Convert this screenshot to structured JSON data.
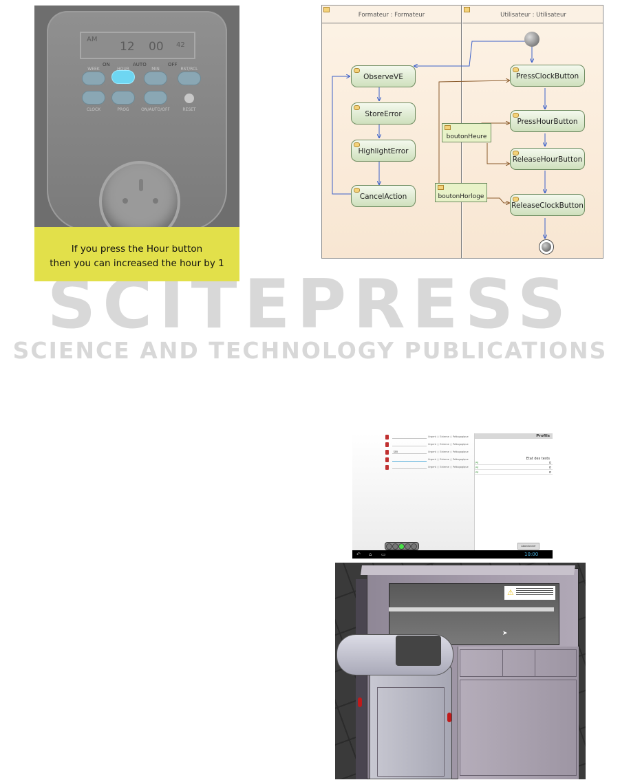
{
  "watermark": {
    "main": "SCITEPRESS",
    "sub": "SCIENCE AND TECHNOLOGY PUBLICATIONS"
  },
  "timer_figure": {
    "display": {
      "ampm": "AM",
      "hour": "12",
      "minute": "00",
      "second": "42"
    },
    "mode_labels": [
      "ON",
      "AUTO",
      "OFF"
    ],
    "buttons_row1": [
      "WEEK",
      "HOUR",
      "MIN",
      "RST/RCL"
    ],
    "buttons_row2": [
      "CLOCK",
      "PROG",
      "ON/AUTO/OFF",
      "RESET"
    ],
    "active_button": "HOUR",
    "caption_line1": "If you press the Hour button",
    "caption_line2": "then you can increased the hour by 1",
    "colors": {
      "highlight": "#6ed6f2",
      "caption_bg": "#e2e04a"
    }
  },
  "activity_diagram": {
    "lanes": [
      {
        "title": "Formateur : Formateur"
      },
      {
        "title": "Utilisateur : Utilisateur"
      }
    ],
    "left_actions": [
      "ObserveVE",
      "StoreError",
      "HighlightError",
      "CancelAction"
    ],
    "right_actions": [
      "PressClockButton",
      "PressHourButton",
      "ReleaseHourButton",
      "ReleaseClockButton"
    ],
    "objects": [
      "boutonHeure",
      "boutonHorloge"
    ]
  },
  "tablet": {
    "header": "Profils",
    "sub_header": "Etat des tests",
    "row_options": [
      "Urgent",
      "Externe",
      "Pédagogique"
    ],
    "entry_value": "ian",
    "right_tags": [
      "PE",
      "PE",
      "PE"
    ],
    "button_label": "Abandonner",
    "clock": "10:00",
    "traffic_lights": [
      false,
      false,
      true,
      false,
      false
    ]
  },
  "render_3d": {
    "warning_symbol": "⚠"
  }
}
